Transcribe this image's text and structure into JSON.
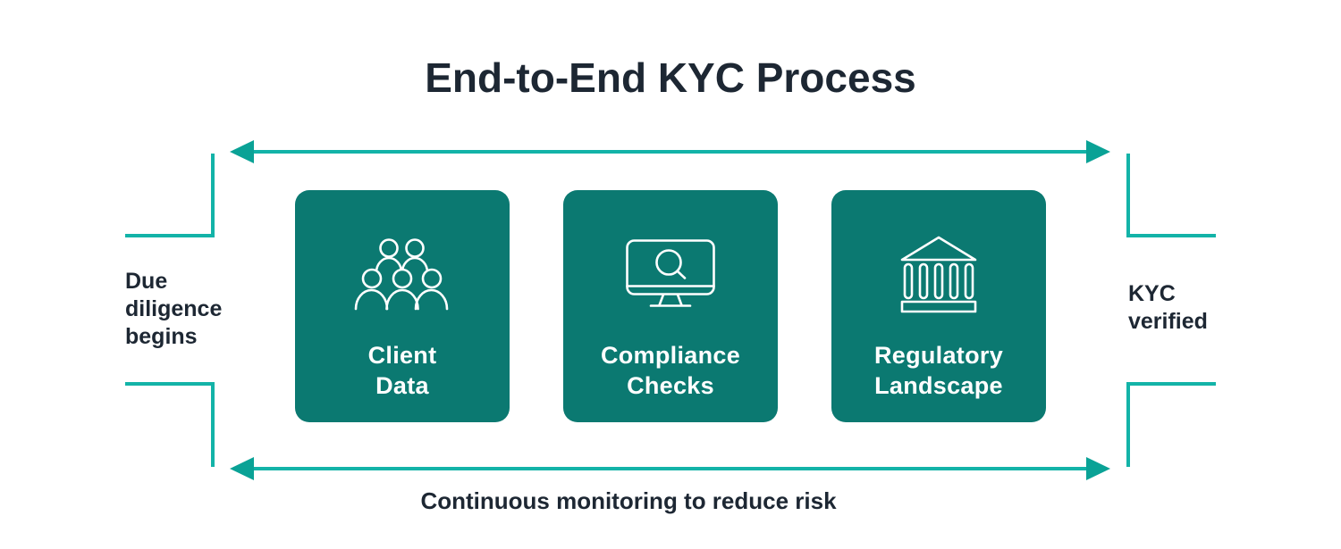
{
  "title": "End-to-End KYC Process",
  "stages": [
    {
      "label": "Client\nData",
      "icon": "people-group-icon"
    },
    {
      "label": "Compliance\nChecks",
      "icon": "monitor-search-icon"
    },
    {
      "label": "Regulatory\nLandscape",
      "icon": "bank-building-icon"
    }
  ],
  "annotations": {
    "left": "Due\ndiligence\nbegins",
    "right": "KYC\nverified",
    "bottom": "Continuous monitoring to reduce risk"
  },
  "colors": {
    "card_teal": "#0b7971",
    "arrow_teal": "#13b3a8",
    "arrowhead_teal": "#0aa296",
    "text_dark": "#1d2733",
    "card_text": "#ffffff"
  }
}
